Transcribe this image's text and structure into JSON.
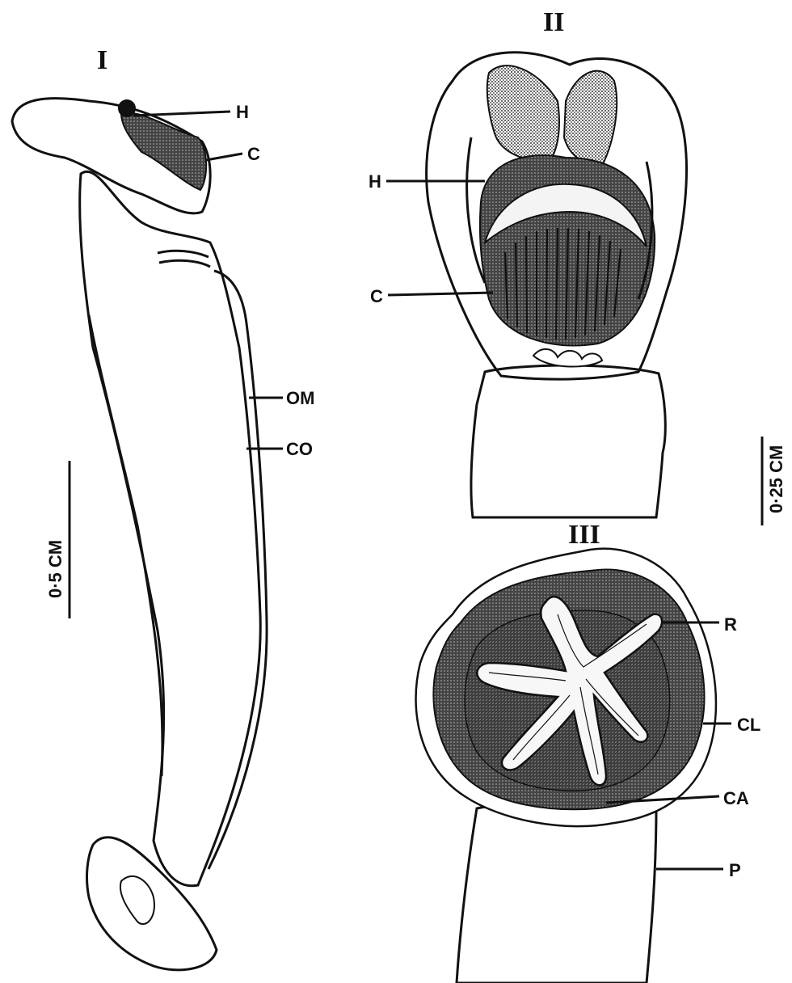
{
  "figures": [
    {
      "numeral": "I",
      "labels": [
        "H",
        "C",
        "OM",
        "CO"
      ],
      "scale_bar": "0·5 CM"
    },
    {
      "numeral": "II",
      "labels": [
        "H",
        "C"
      ],
      "scale_bar": "0·25 CM"
    },
    {
      "numeral": "III",
      "labels": [
        "R",
        "CL",
        "CA",
        "P"
      ]
    }
  ],
  "colors": {
    "ink": "#111111",
    "paper": "#ffffff",
    "stipple": "#555555"
  }
}
